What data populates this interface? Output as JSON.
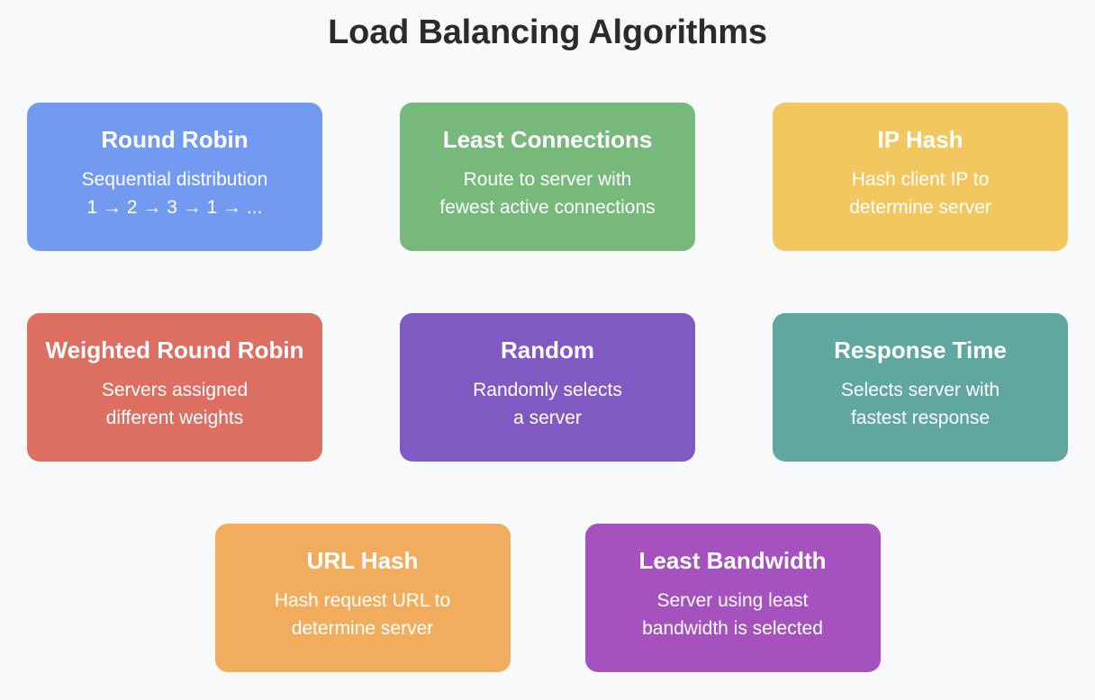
{
  "page": {
    "title": "Load Balancing Algorithms",
    "background_color": "#f7f9fb",
    "title_color": "#2b2b2b"
  },
  "cards": [
    {
      "title": "Round Robin",
      "description": "Sequential distribution\n1 → 2 → 3 → 1 → ...",
      "color": "#729af0"
    },
    {
      "title": "Least Connections",
      "description": "Route to server with\nfewest active connections",
      "color": "#77b97b"
    },
    {
      "title": "IP Hash",
      "description": "Hash client IP to\ndetermine server",
      "color": "#f2c75f"
    },
    {
      "title": "Weighted Round Robin",
      "description": "Servers assigned\ndifferent weights",
      "color": "#dc6e62"
    },
    {
      "title": "Random",
      "description": "Randomly selects\na server",
      "color": "#8059c2"
    },
    {
      "title": "Response Time",
      "description": "Selects server with\nfastest response",
      "color": "#5fa79f"
    },
    {
      "title": "URL Hash",
      "description": "Hash request URL to\ndetermine server",
      "color": "#f2ac5e"
    },
    {
      "title": "Least Bandwidth",
      "description": "Server using least\nbandwidth is selected",
      "color": "#a551be"
    }
  ]
}
